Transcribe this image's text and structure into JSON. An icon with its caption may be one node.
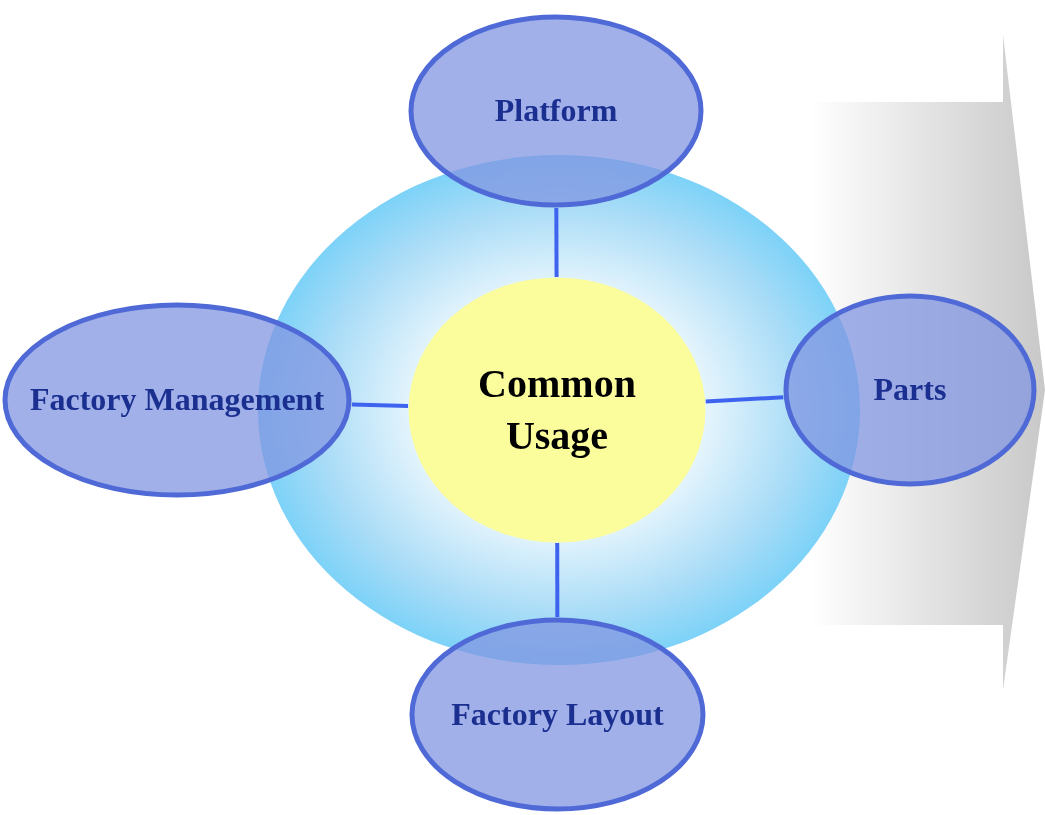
{
  "diagram": {
    "nodes": [
      {
        "text": [
          "Platform"
        ]
      },
      {
        "text": [
          "Factory Management"
        ]
      },
      {
        "text": [
          "Common Usage"
        ]
      },
      {
        "text": [
          "Parts"
        ]
      },
      {
        "text": [
          "Factory Layout"
        ]
      }
    ],
    "edges": [
      {
        "from": 2,
        "to": 0,
        "arrow": "none"
      },
      {
        "from": 2,
        "to": 1,
        "arrow": "none"
      },
      {
        "from": 2,
        "to": 3,
        "arrow": "none"
      },
      {
        "from": 2,
        "to": 4,
        "arrow": "none"
      }
    ]
  }
}
